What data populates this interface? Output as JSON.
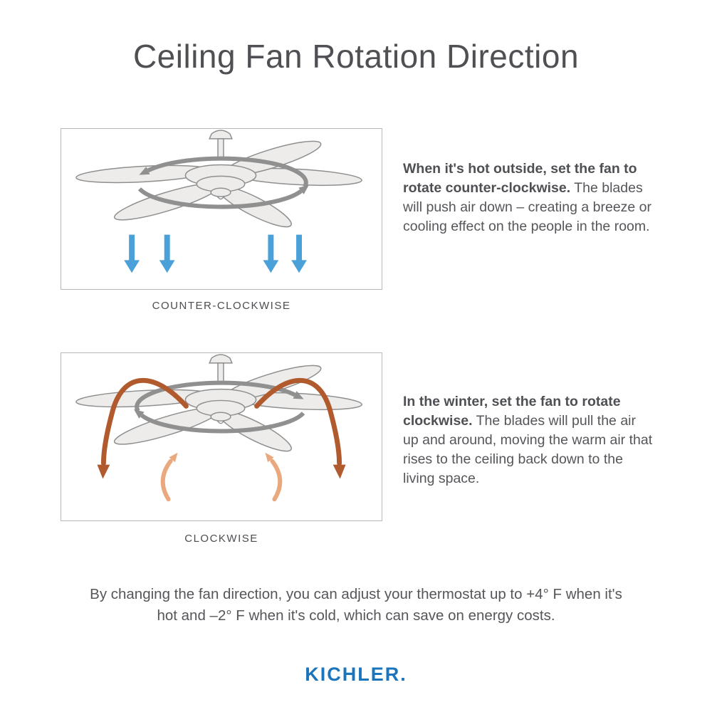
{
  "title": "Ceiling Fan Rotation Direction",
  "sections": {
    "cool": {
      "caption": "COUNTER-CLOCKWISE",
      "lead": "When it's hot outside, set the fan to rotate counter-clockwise.",
      "body": " The blades will push air down – creating a breeze or cooling effect on the people in the room."
    },
    "warm": {
      "caption": "CLOCKWISE",
      "lead": "In the winter, set the fan to rotate clockwise.",
      "body": " The blades will pull the air up and around, moving the warm air that rises to the ceiling back down to the living space."
    }
  },
  "footer": {
    "note": "By changing the fan direction, you can adjust your thermostat up to +4° F when it's hot and –2° F when it's cold, which can save on energy costs.",
    "brand": "KICHLER."
  },
  "colors": {
    "text": "#54565a",
    "cool_arrow": "#4aa0d8",
    "warm_arrow_dark": "#b05a2e",
    "warm_arrow_light": "#e9a87e",
    "fan_outline": "#8f8f8f",
    "rotation_arrow": "#909090",
    "brand_blue": "#1b75bc"
  }
}
